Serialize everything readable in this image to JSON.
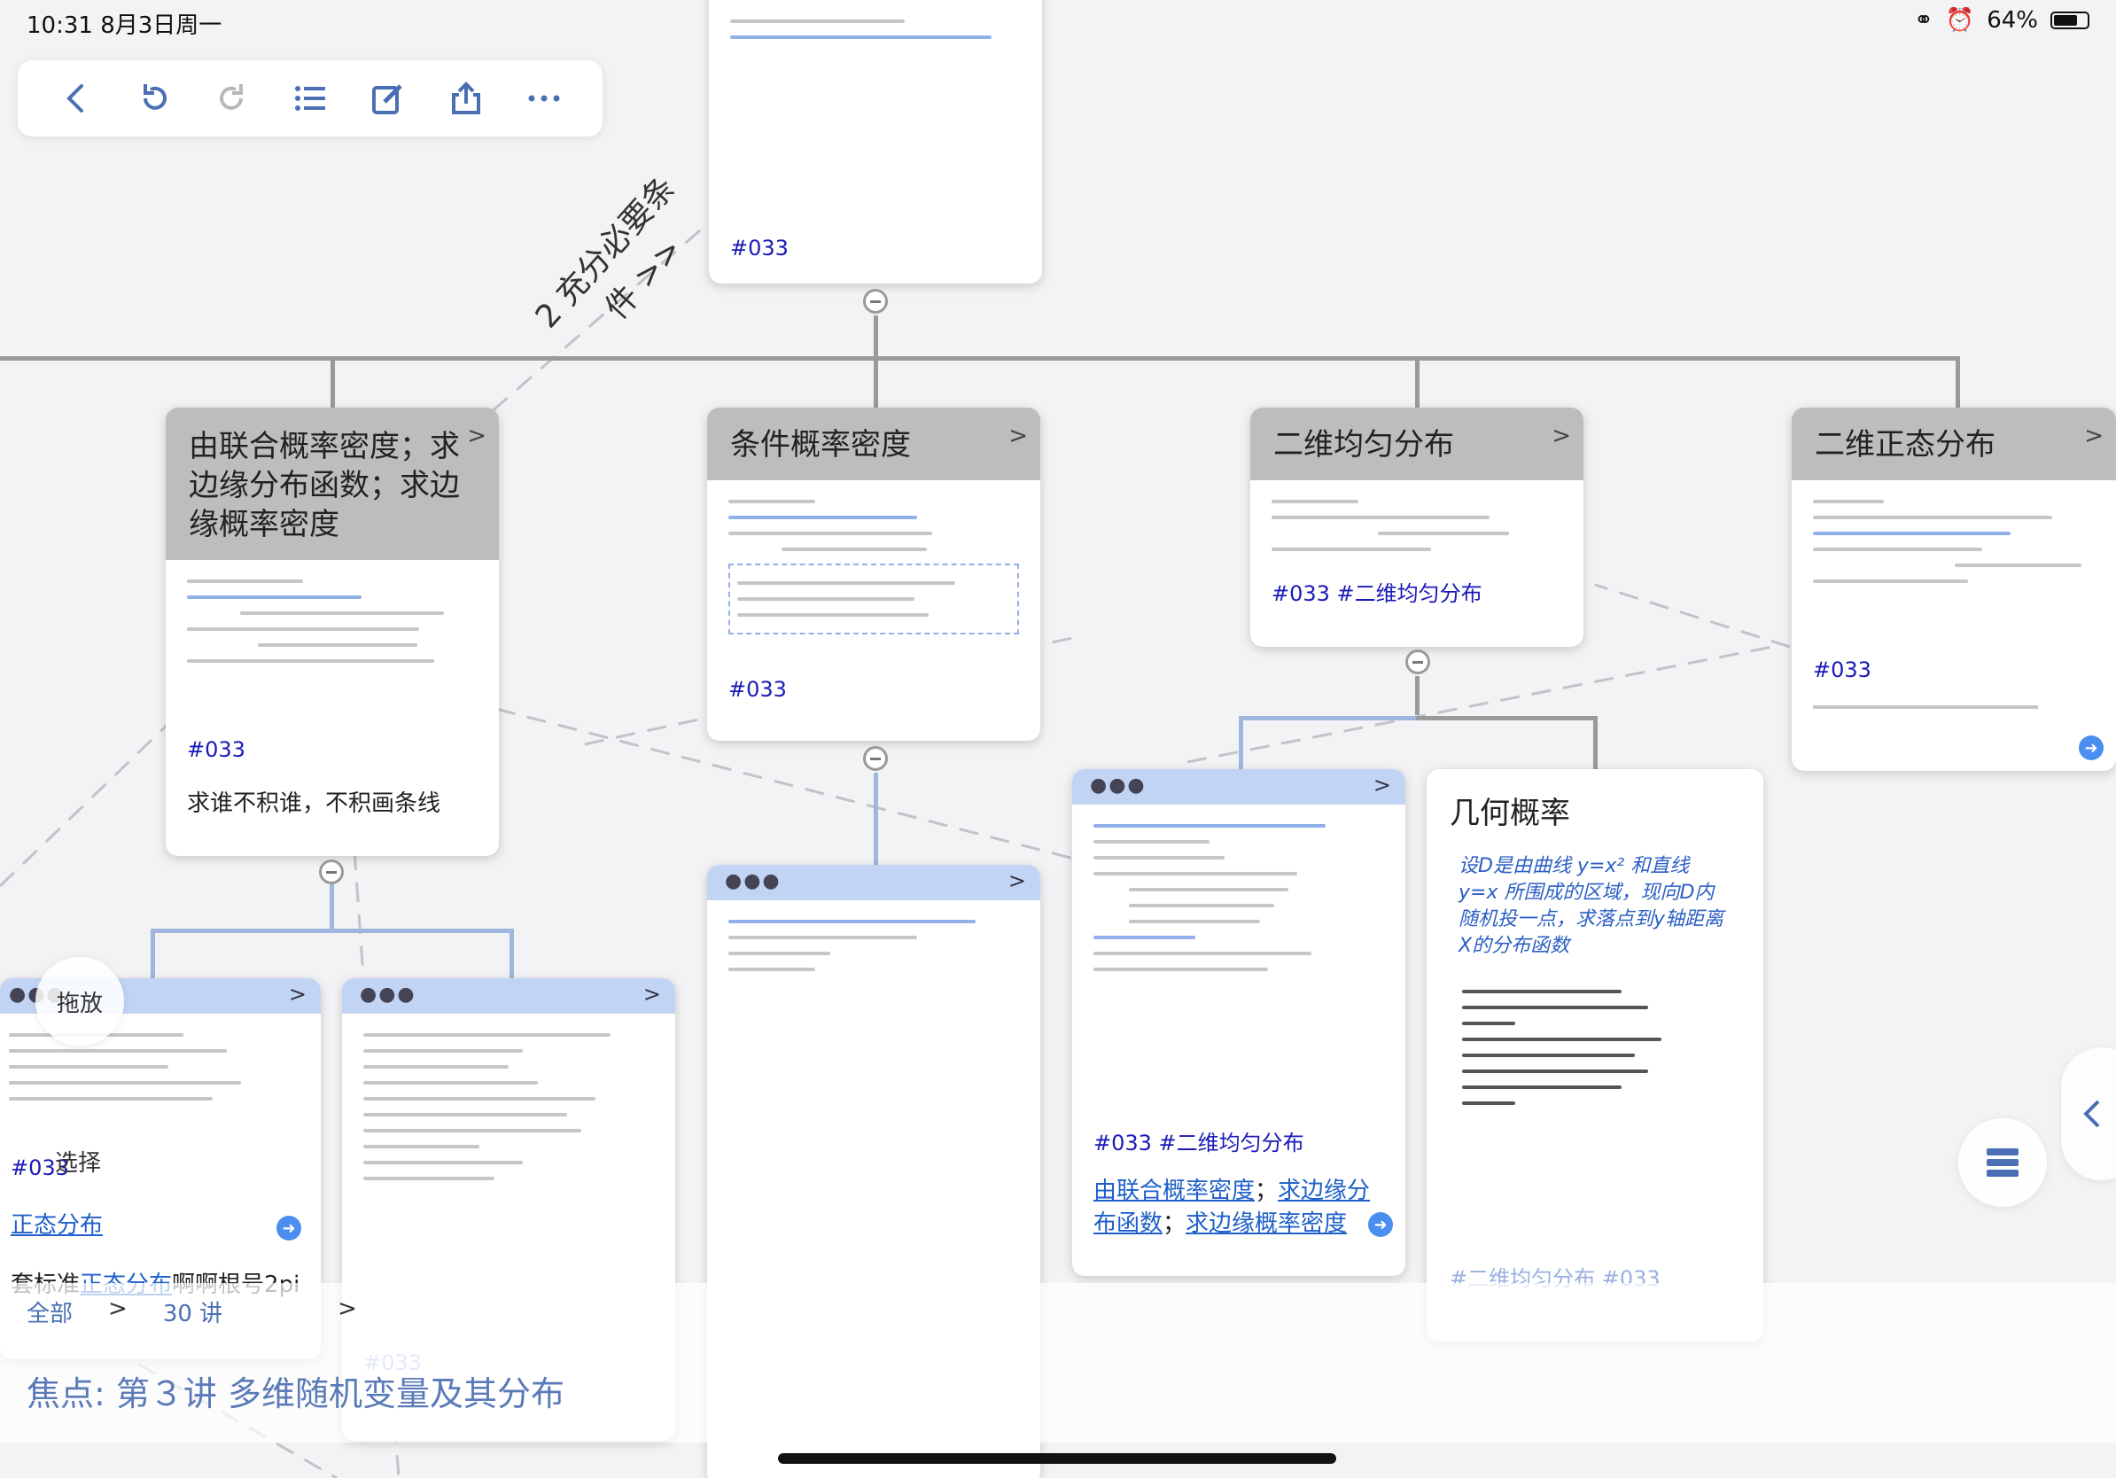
{
  "status_bar": {
    "time": "10:31",
    "date": "8月3日周一",
    "battery": "64%"
  },
  "toolbar": {
    "back_icon": "chevron-left-icon",
    "undo_icon": "undo-icon",
    "redo_icon": "redo-icon",
    "outline_icon": "list-icon",
    "edit_icon": "edit-icon",
    "share_icon": "share-icon",
    "more_icon": "more-icon"
  },
  "annotations": {
    "diagonal_line1": "2 充分必要条",
    "diagonal_line2": "件 >>"
  },
  "top_card": {
    "tag": "#033"
  },
  "cards": {
    "joint_to_marginal": {
      "title": "由联合概率密度；求边缘分布函数；求边缘概率密度",
      "tag": "#033",
      "note": "求谁不积谁，不积画条线"
    },
    "conditional_density": {
      "title": "条件概率密度",
      "tag": "#033"
    },
    "uniform_2d": {
      "title": "二维均匀分布",
      "tag": "#033 #二维均匀分布"
    },
    "normal_2d": {
      "title": "二维正态分布",
      "tag": "#033"
    },
    "uniform_example": {
      "tag": "#033 #二维均匀分布",
      "link1": "由联合概率密度",
      "sep1": "；",
      "link2": "求边缘分布函数",
      "sep2": "；",
      "link3": "求边缘概率密度"
    },
    "geometric_probability": {
      "title": "几何概率",
      "handwriting": "设D是由曲线 y=x² 和直线 y=x 所围成的区域，现向D内随机投一点，求落点到y轴距离X的分布函数",
      "tag": "#二维均匀分布 #033"
    },
    "left_partial": {
      "tag": "#033",
      "link": "正态分布",
      "text_prefix": "套标准",
      "text_link": "正态分布",
      "text_suffix": "啊啊根号2pi"
    },
    "middle_example": {
      "tag": "#033"
    }
  },
  "overlays": {
    "drag_label": "拖放",
    "select_label": "选择",
    "filter_all": "全部",
    "filter_sep": ">",
    "filter_lecture": "30 讲",
    "filter_sep2": ">",
    "focus_text": "焦点:  第３讲 多维随机变量及其分布"
  },
  "colors": {
    "accent_blue": "#4a8ef0",
    "tag_color": "#1a1ab8",
    "header_gray": "#bdbdbd",
    "header_blue": "#c2d4f3"
  }
}
